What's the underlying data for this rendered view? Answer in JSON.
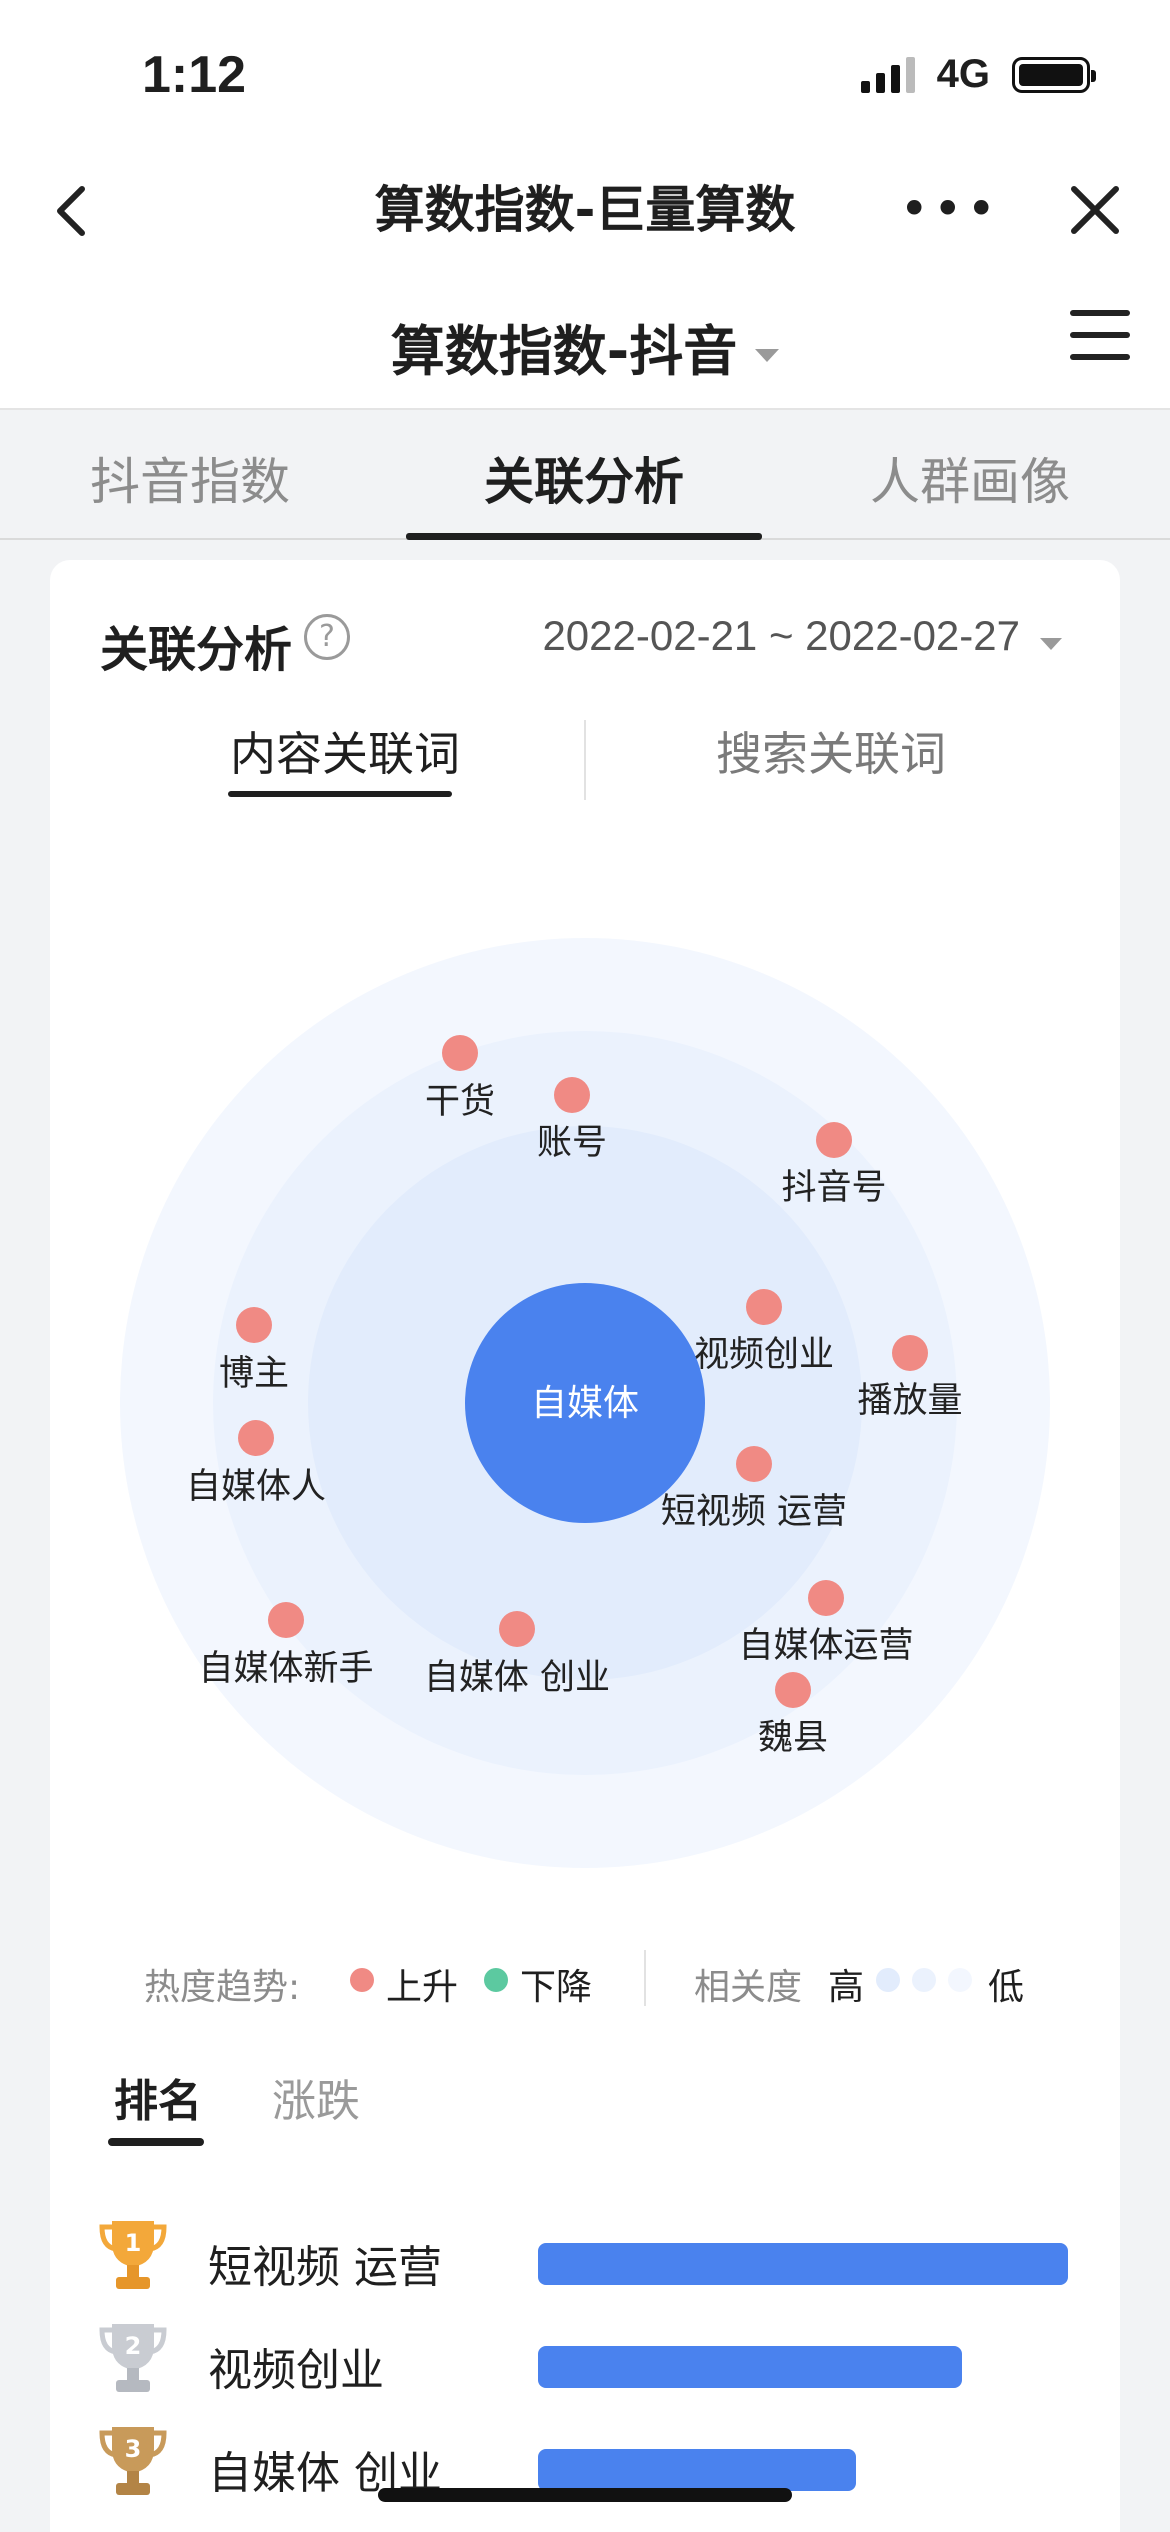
{
  "status": {
    "time": "1:12",
    "network": "4G"
  },
  "nav": {
    "title": "算数指数-巨量算数",
    "more": "•••"
  },
  "subheader": {
    "title": "算数指数-抖音"
  },
  "tabs": [
    {
      "label": "抖音指数",
      "active": false
    },
    {
      "label": "关联分析",
      "active": true
    },
    {
      "label": "人群画像",
      "active": false
    }
  ],
  "card": {
    "title": "关联分析",
    "help": "?",
    "date_range": "2022-02-21 ~ 2022-02-27",
    "subtabs": [
      {
        "label": "内容关联词",
        "active": true
      },
      {
        "label": "搜索关联词",
        "active": false
      }
    ]
  },
  "bubble_chart": {
    "center": "自媒体",
    "terms": [
      {
        "label": "干货",
        "trend": "up"
      },
      {
        "label": "账号",
        "trend": "up"
      },
      {
        "label": "抖音号",
        "trend": "up"
      },
      {
        "label": "博主",
        "trend": "up"
      },
      {
        "label": "视频创业",
        "trend": "up"
      },
      {
        "label": "播放量",
        "trend": "up"
      },
      {
        "label": "自媒体人",
        "trend": "up"
      },
      {
        "label": "短视频 运营",
        "trend": "up"
      },
      {
        "label": "自媒体新手",
        "trend": "up"
      },
      {
        "label": "自媒体 创业",
        "trend": "up"
      },
      {
        "label": "自媒体运营",
        "trend": "up"
      },
      {
        "label": "魏县",
        "trend": "up"
      }
    ]
  },
  "legend": {
    "trend_label": "热度趋势:",
    "up": "上升",
    "down": "下降",
    "relevance_label": "相关度",
    "high": "高",
    "low": "低"
  },
  "colors": {
    "up": "#f08a84",
    "down": "#5cc9a0",
    "center": "#4a82ee",
    "bar": "#4a82ee"
  },
  "ranking": {
    "tabs": [
      {
        "label": "排名",
        "active": true
      },
      {
        "label": "涨跌",
        "active": false
      }
    ],
    "items": [
      {
        "rank": "1",
        "term": "短视频 运营",
        "relative_value": 1.0
      },
      {
        "rank": "2",
        "term": "视频创业",
        "relative_value": 0.8
      },
      {
        "rank": "3",
        "term": "自媒体 创业",
        "relative_value": 0.6
      }
    ]
  }
}
